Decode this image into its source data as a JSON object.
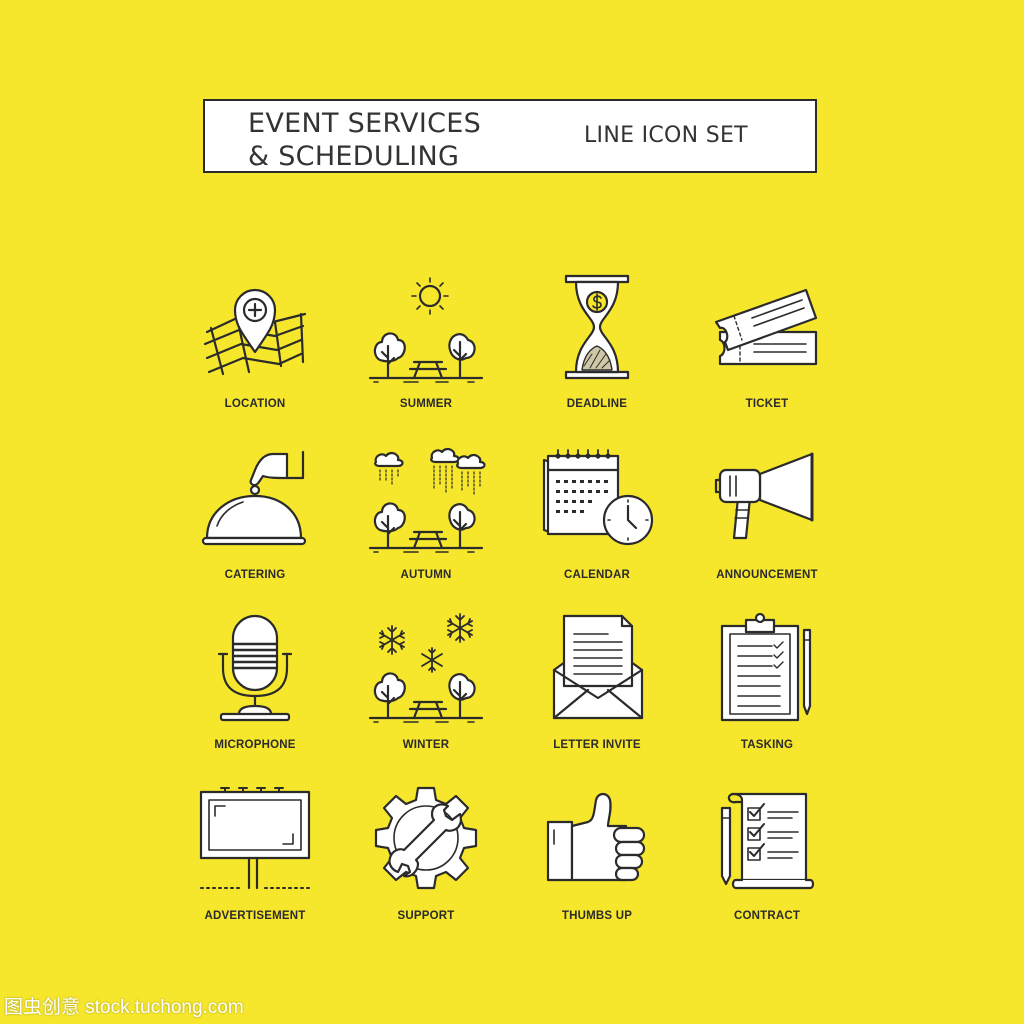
{
  "header": {
    "title_line1": "EVENT SERVICES",
    "title_line2": "& SCHEDULING",
    "subtitle": "LINE ICON SET"
  },
  "icons": [
    {
      "label": "LOCATION",
      "icon": "map-pin-icon"
    },
    {
      "label": "SUMMER",
      "icon": "sun-park-icon"
    },
    {
      "label": "DEADLINE",
      "icon": "hourglass-dollar-icon"
    },
    {
      "label": "TICKET",
      "icon": "tickets-icon"
    },
    {
      "label": "CATERING",
      "icon": "cloche-icon"
    },
    {
      "label": "AUTUMN",
      "icon": "rain-park-icon"
    },
    {
      "label": "CALENDAR",
      "icon": "calendar-clock-icon"
    },
    {
      "label": "ANNOUNCEMENT",
      "icon": "megaphone-icon"
    },
    {
      "label": "MICROPHONE",
      "icon": "microphone-icon"
    },
    {
      "label": "WINTER",
      "icon": "snow-park-icon"
    },
    {
      "label": "LETTER INVITE",
      "icon": "envelope-letter-icon"
    },
    {
      "label": "TASKING",
      "icon": "clipboard-checklist-icon"
    },
    {
      "label": "ADVERTISEMENT",
      "icon": "billboard-icon"
    },
    {
      "label": "SUPPORT",
      "icon": "gear-wrench-icon"
    },
    {
      "label": "THUMBS UP",
      "icon": "thumbs-up-icon"
    },
    {
      "label": "CONTRACT",
      "icon": "contract-checklist-icon"
    }
  ],
  "watermark": "图虫创意 stock.tuchong.com",
  "colors": {
    "background": "#f6e72c",
    "line": "#2b2b2b",
    "fill": "#ffffff",
    "accent": "#f6e72c"
  }
}
